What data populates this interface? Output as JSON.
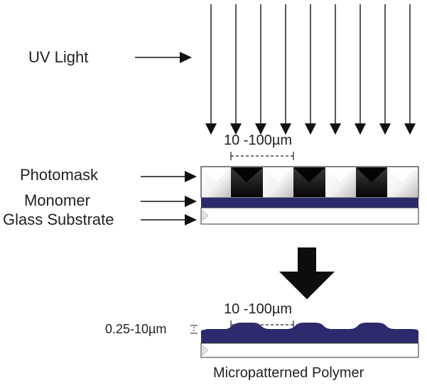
{
  "labels": {
    "uv_light": "UV Light",
    "photomask": "Photomask",
    "monomer": "Monomer",
    "glass_substrate": "Glass Substrate",
    "feature_width_top": "10 -100µm",
    "feature_width_bottom": "10 -100µm",
    "feature_height": "0.25-10µm",
    "result_caption": "Micropatterned Polymer"
  },
  "colors": {
    "monomer": "#2e2a6e",
    "arrow": "#111111",
    "text": "#222222"
  }
}
